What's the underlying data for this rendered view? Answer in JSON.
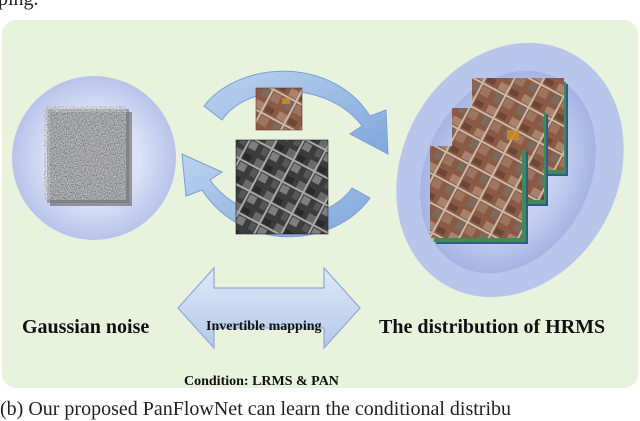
{
  "top_fragment": "ping.",
  "labels": {
    "left": "Gaussian noise",
    "right": "The distribution of HRMS",
    "mapping": "Invertible mapping",
    "condition": "Condition: LRMS & PAN"
  },
  "caption": "(b) Our proposed PanFlowNet can learn the conditional distribu",
  "colors": {
    "panel_bg": "#e8f2dd",
    "halo": "#aab7e6",
    "cycle_arrow": "#90b4e3",
    "double_arrow": "#c8d8ef",
    "satellite_tone": "#8e5a45"
  }
}
